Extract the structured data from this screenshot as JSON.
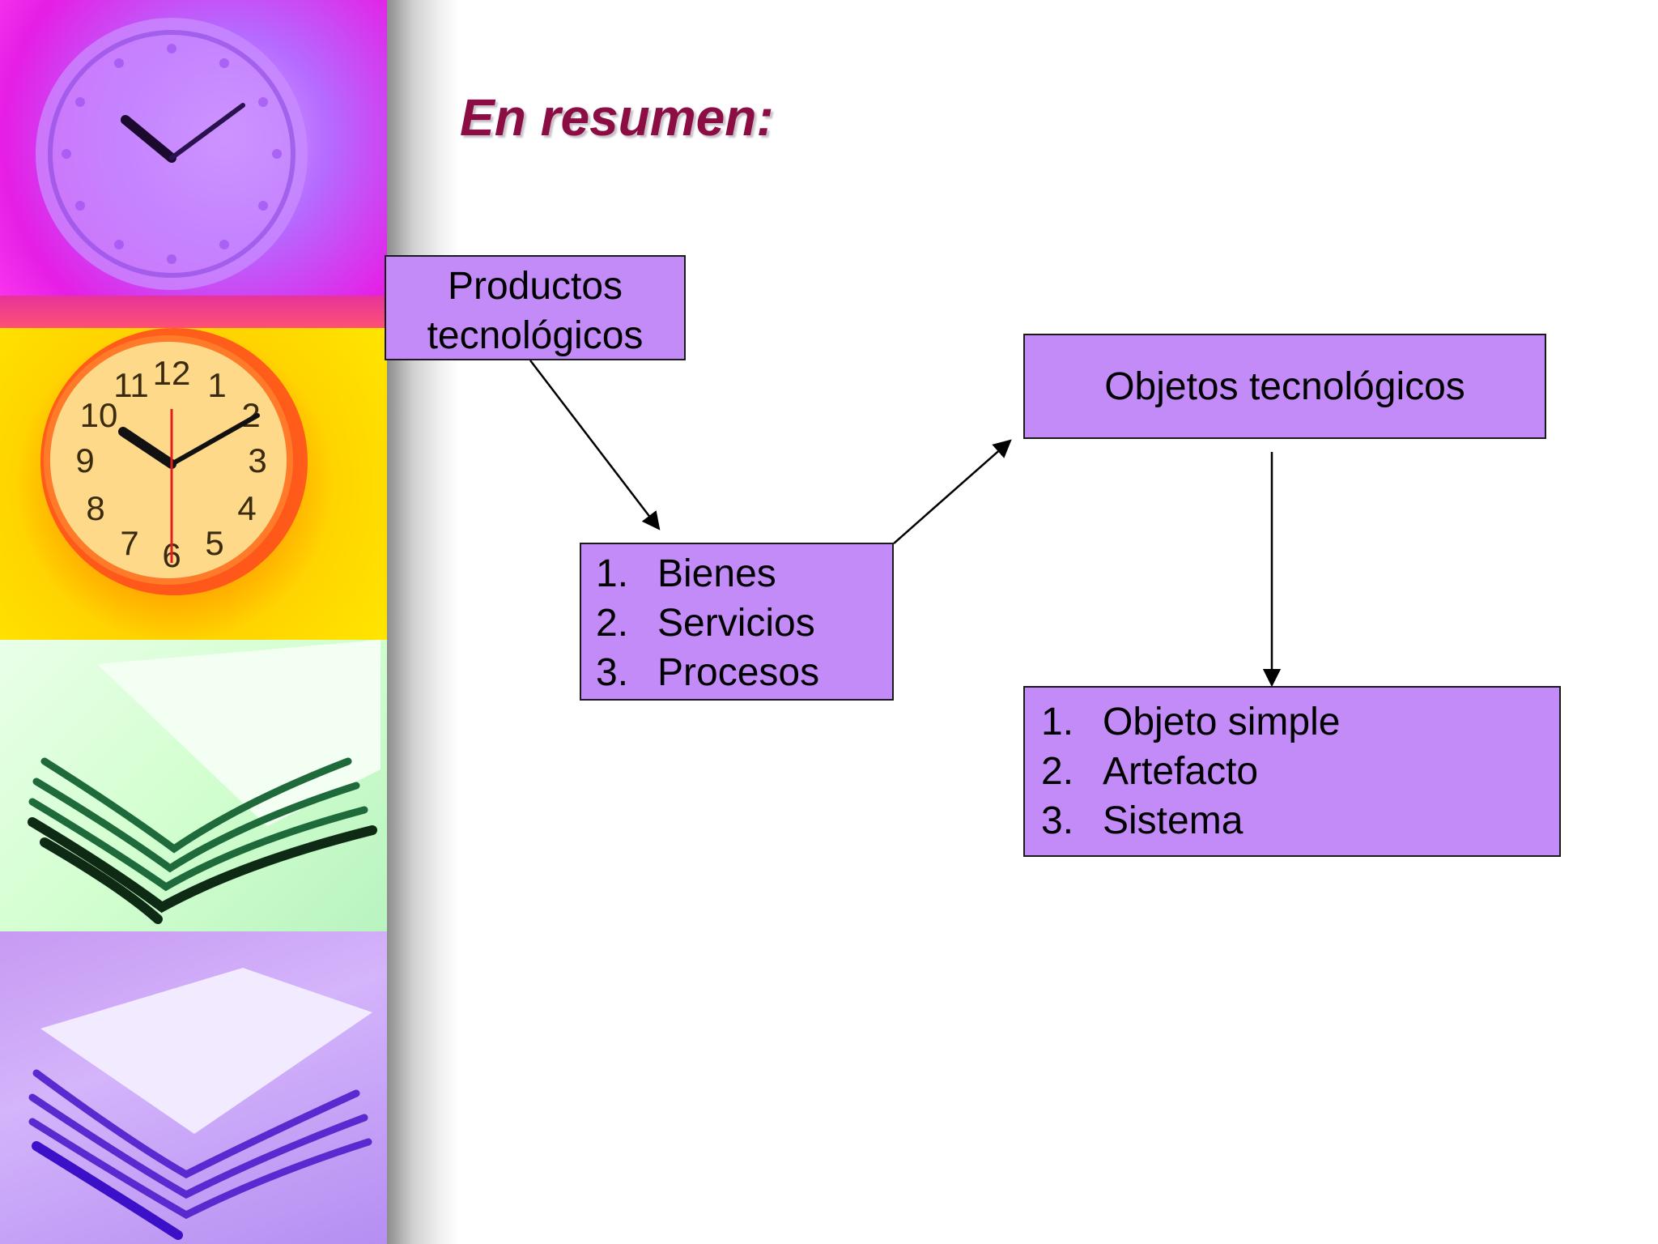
{
  "title": "En resumen:",
  "nodes": {
    "productos": {
      "lines": [
        "Productos",
        "tecnológicos"
      ]
    },
    "objetos": {
      "label": "Objetos tecnológicos"
    },
    "tipos_productos": {
      "items": [
        {
          "num": "1.",
          "label": "Bienes"
        },
        {
          "num": "2.",
          "label": "Servicios"
        },
        {
          "num": "3.",
          "label": "Procesos"
        }
      ]
    },
    "tipos_objetos": {
      "items": [
        {
          "num": "1.",
          "label": "Objeto simple"
        },
        {
          "num": "2.",
          "label": "Artefacto"
        },
        {
          "num": "3.",
          "label": "Sistema"
        }
      ]
    }
  },
  "colors": {
    "box_fill": "#c28bf8",
    "title": "#8b0d43"
  }
}
